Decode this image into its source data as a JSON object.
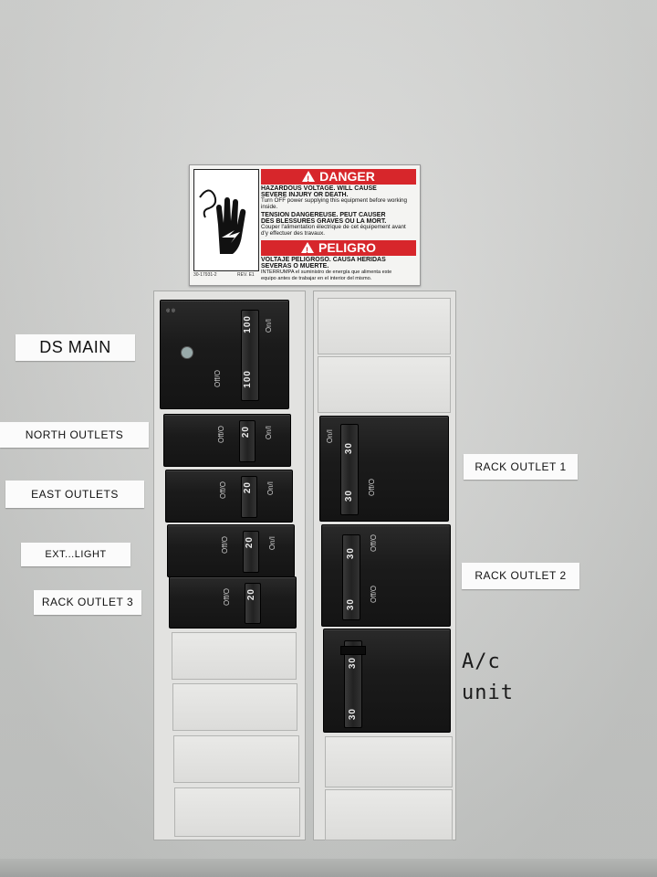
{
  "warning_label": {
    "danger_title": "DANGER",
    "danger_line1": "HAZARDOUS VOLTAGE. WILL CAUSE",
    "danger_line2": "SEVERE INJURY OR DEATH.",
    "danger_line3": "Turn OFF power supplying this equipment before working",
    "danger_line4": "inside.",
    "french_line1": "TENSION DANGEREUSE. PEUT CAUSER",
    "french_line2": "DES BLESSURES GRAVES OU LA MORT.",
    "french_line3": "Couper l'alimentation électrique de cet équipement avant",
    "french_line4": "d'y effectuer des travaux.",
    "peligro_title": "PELIGRO",
    "spanish_line1": "VOLTAJE PELIGROSO. CAUSA HERIDAS",
    "spanish_line2": "SEVERAS O MUERTE.",
    "spanish_line3": "INTERRUMPA el suministro de energía que alimenta este",
    "spanish_line4": "equipo antes de trabajar en el interior del mismo.",
    "part_number": "30-17931-2",
    "revision": "REV. E1"
  },
  "circuit_labels": {
    "ds_main": "DS MAIN",
    "north_outlets": "NORTH OUTLETS",
    "east_outlets": "EAST OUTLETS",
    "ext_light": "EXT...LIGHT",
    "rack_outlet_3": "RACK OUTLET 3",
    "rack_outlet_1": "RACK OUTLET 1",
    "rack_outlet_2": "RACK OUTLET 2",
    "ac_line1": "A/c",
    "ac_line2": "unit"
  },
  "breakers": {
    "main_rating": "100",
    "left_rating": "20",
    "right_rating": "30",
    "on_text": "On/I",
    "off_text": "Off/O"
  }
}
